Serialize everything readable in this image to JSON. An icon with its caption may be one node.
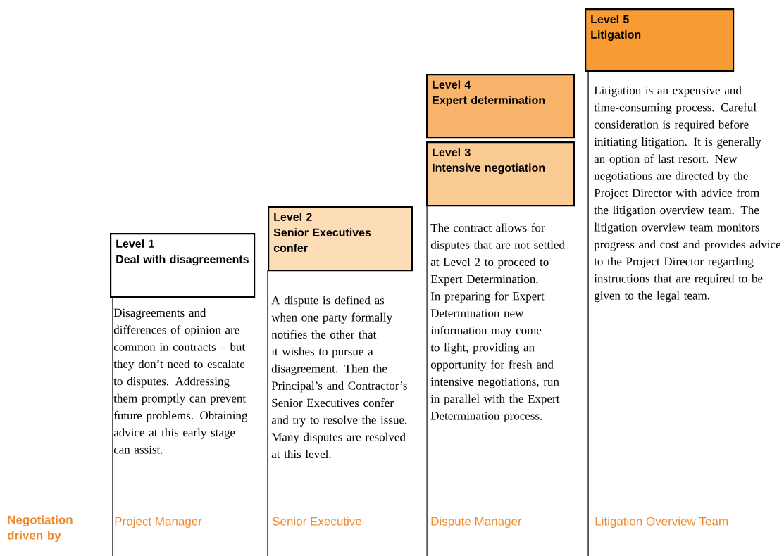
{
  "diagram": {
    "nodes": [
      {
        "text": [
          "Level 1",
          "Deal with disagreements"
        ]
      },
      {
        "text": [
          "Level 2",
          "Senior Executives confer"
        ]
      },
      {
        "text": [
          "Level 3",
          "Intensive negotiation"
        ]
      },
      {
        "text": [
          "Level 4",
          "Expert determination"
        ]
      },
      {
        "text": [
          "Level 5",
          "Litigation"
        ]
      }
    ],
    "labels": [
      "Litigation is an expensive and time-consuming process. Careful consideration is required before initiating litigation. It is generally an option of last resort. New negotiations are directed by the Project Director with advice from the litigation overview team. The litigation overview team monitors progress and cost and provides advice to the Project Director regarding instructions that are required to be given to the legal team.",
      "The contract allows for disputes that are not settled at Level 2 to proceed to Expert Determination. In preparing for Expert Determination new information may come to light, providing an opportunity for fresh and intensive negotiations, run in parallel with the Expert Determination process.",
      "A dispute is defined as when one party formally notifies the other that it wishes to pursue a disagreement. Then the Principal’s and Contractor’s Senior Executives confer and try to resolve the issue. Many disputes are resolved at this level.",
      "Disagreements and differences of opinion are common in contracts – but they don’t need to escalate to disputes. Addressing them promptly can prevent future problems. Obtaining advice at this early stage can assist.",
      "Negotiation driven by",
      "Project Manager",
      "Senior Executive",
      "Dispute Manager",
      "Litigation Overview Team"
    ]
  }
}
